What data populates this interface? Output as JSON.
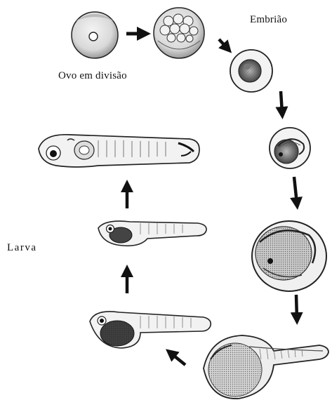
{
  "labels": {
    "divided_egg": "Ovo em divisão",
    "embryo": "Embrião",
    "larva": "Larva"
  },
  "style": {
    "ink": "#1a1a1a",
    "shade": "#8a8a8a",
    "light_fill": "#e6e6e6",
    "background": "#ffffff"
  }
}
